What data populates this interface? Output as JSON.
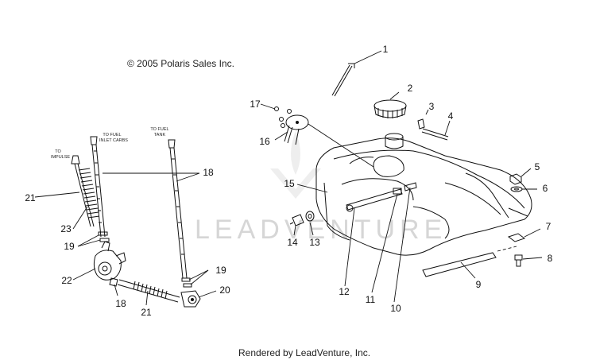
{
  "copyright": "© 2005 Polaris Sales Inc.",
  "footer": "Rendered by LeadVenture, Inc.",
  "watermark": "LEADVENTURE",
  "hose_labels": {
    "to_impulse_1": "TO",
    "to_impulse_2": "IMPULSE",
    "to_fuel_inlet_1": "TO FUEL",
    "to_fuel_inlet_2": "INLET CARBS",
    "to_fuel_tank_1": "TO FUEL",
    "to_fuel_tank_2": "TANK"
  },
  "callouts": {
    "c1": "1",
    "c2": "2",
    "c3": "3",
    "c4": "4",
    "c5": "5",
    "c6": "6",
    "c7": "7",
    "c8": "8",
    "c9": "9",
    "c10": "10",
    "c11": "11",
    "c12": "12",
    "c13": "13",
    "c14": "14",
    "c15": "15",
    "c16": "16",
    "c17": "17",
    "c18a": "18",
    "c18b": "18",
    "c19a": "19",
    "c19b": "19",
    "c20": "20",
    "c21a": "21",
    "c21b": "21",
    "c22": "22",
    "c23": "23"
  }
}
